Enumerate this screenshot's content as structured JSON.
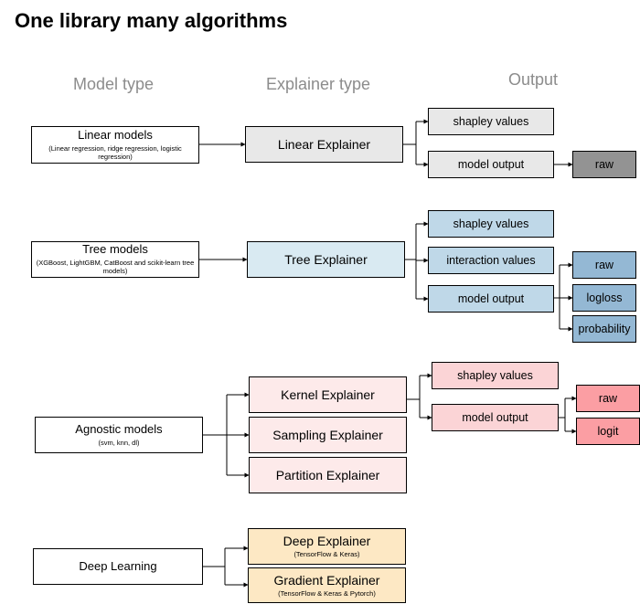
{
  "title": "One library many algorithms",
  "headers": {
    "model_type": "Model type",
    "explainer_type": "Explainer type",
    "output": "Output"
  },
  "linear": {
    "model": {
      "label": "Linear models",
      "sub": "(Linear regression, ridge regression, logistic regression)"
    },
    "explainer": "Linear Explainer",
    "outputs": [
      "shapley values",
      "model output"
    ],
    "final": [
      "raw"
    ]
  },
  "tree": {
    "model": {
      "label": "Tree models",
      "sub": "(XGBoost, LightGBM, CatBoost and scikit-learn tree models)"
    },
    "explainer": "Tree Explainer",
    "outputs": [
      "shapley values",
      "interaction values",
      "model output"
    ],
    "final": [
      "raw",
      "logloss",
      "probability"
    ]
  },
  "agnostic": {
    "model": {
      "label": "Agnostic models",
      "sub": "(svm, knn, dl)"
    },
    "explainers": [
      "Kernel Explainer",
      "Sampling Explainer",
      "Partition Explainer"
    ],
    "outputs": [
      "shapley values",
      "model output"
    ],
    "final": [
      "raw",
      "logit"
    ]
  },
  "deep": {
    "model": {
      "label": "Deep Learning"
    },
    "explainers": [
      {
        "label": "Deep Explainer",
        "sub": "(TensorFlow & Keras)"
      },
      {
        "label": "Gradient Explainer",
        "sub": "(TensorFlow & Keras & Pytorch)"
      }
    ]
  },
  "colors": {
    "linear": "#e8e8e8",
    "linear_final": "#939393",
    "tree_explainer": "#d9eaf2",
    "tree_output": "#bfd8e8",
    "tree_final": "#94b8d4",
    "agnostic_explainer": "#fdeaea",
    "agnostic_output": "#fbd4d6",
    "agnostic_final": "#fb9ea3",
    "deep": "#fde8c4"
  }
}
